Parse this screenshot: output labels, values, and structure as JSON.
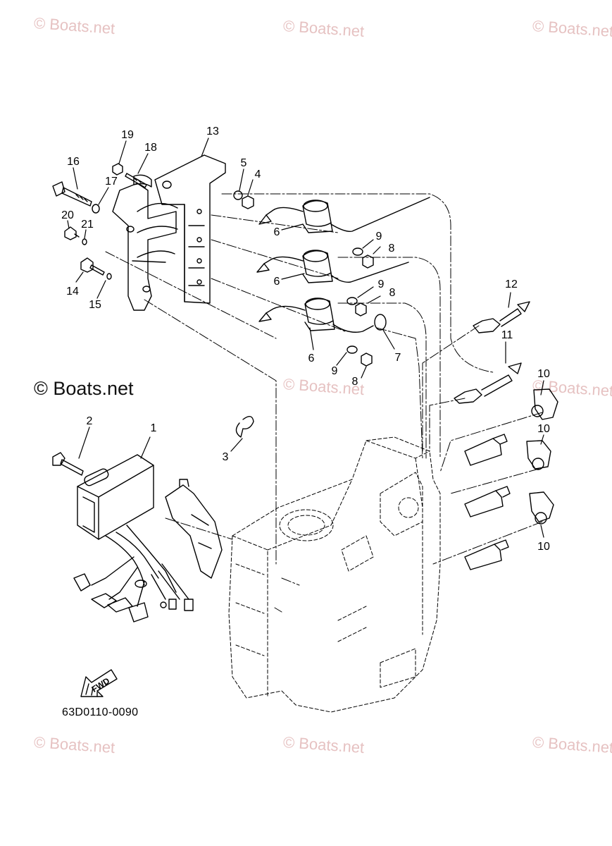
{
  "watermark": "© Boats.net",
  "brand_label": "© Boats.net",
  "diagram_code": "63D0110-0090",
  "fwd_label": "FWD",
  "callouts": [
    "1",
    "2",
    "3",
    "4",
    "5",
    "6",
    "6",
    "6",
    "7",
    "8",
    "8",
    "8",
    "9",
    "9",
    "9",
    "10",
    "10",
    "10",
    "11",
    "12",
    "13",
    "14",
    "15",
    "16",
    "17",
    "18",
    "19",
    "20",
    "21"
  ]
}
